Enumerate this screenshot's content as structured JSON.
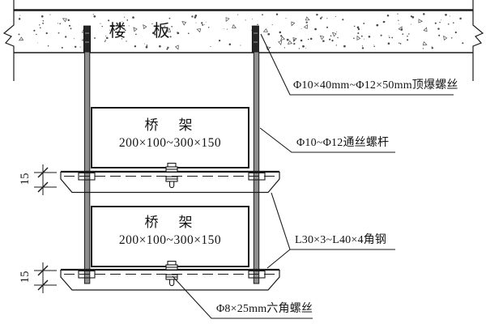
{
  "slab": {
    "label": "楼　板"
  },
  "trays": {
    "upper": {
      "name": "桥　架",
      "size": "200×100~300×150"
    },
    "lower": {
      "name": "桥　架",
      "size": "200×100~300×150"
    }
  },
  "callouts": {
    "anchor_bolt": "Φ10×40mm~Φ12×50mm顶爆螺丝",
    "threaded_rod": "Φ10~Φ12通丝螺杆",
    "angle_steel": "L30×3~L40×4角钢",
    "hex_bolt": "Φ8×25mm六角螺丝"
  },
  "dimensions": {
    "angle_height_upper": "15",
    "angle_height_lower": "15"
  },
  "colors": {
    "line": "#1a1a1a",
    "rod_fill": "#8f8f8f",
    "anchor_fill": "#262626",
    "background": "#ffffff"
  }
}
